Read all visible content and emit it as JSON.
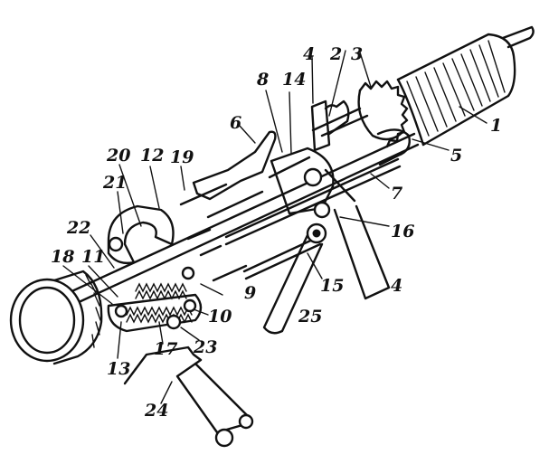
{
  "figure": {
    "labels": {
      "l1": "1",
      "l2": "2",
      "l3": "3",
      "l4a": "4",
      "l4b": "4",
      "l5": "5",
      "l6": "6",
      "l7": "7",
      "l8": "8",
      "l9": "9",
      "l10": "10",
      "l11": "11",
      "l12": "12",
      "l13": "13",
      "l14": "14",
      "l15": "15",
      "l16": "16",
      "l17": "17",
      "l18": "18",
      "l19": "19",
      "l20": "20",
      "l21": "21",
      "l22": "22",
      "l23": "23",
      "l24": "24",
      "l25": "25"
    }
  }
}
